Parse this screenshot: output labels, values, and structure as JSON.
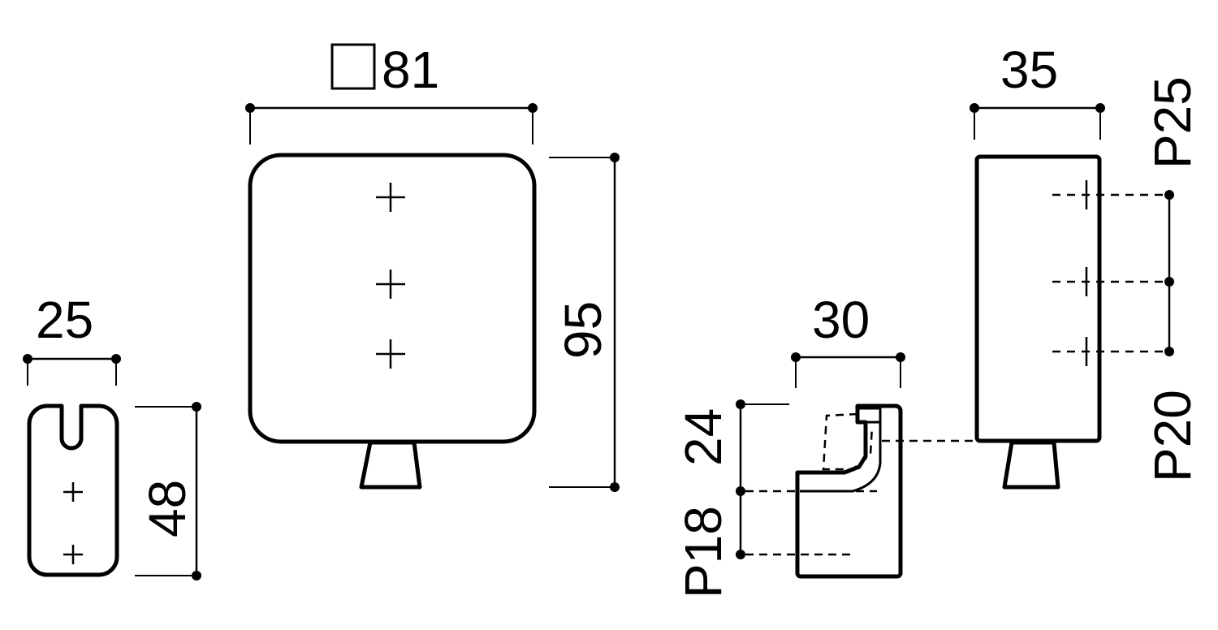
{
  "dimensions": {
    "square_size": "81",
    "main_height": "95",
    "small_width": "25",
    "small_height": "48",
    "hook_width": "30",
    "hook_height": "24",
    "hook_pitch": "P18",
    "side_depth": "35",
    "side_pitch_top": "P25",
    "side_pitch_bottom": "P20"
  },
  "colors": {
    "line": "#000000",
    "background": "#ffffff"
  }
}
